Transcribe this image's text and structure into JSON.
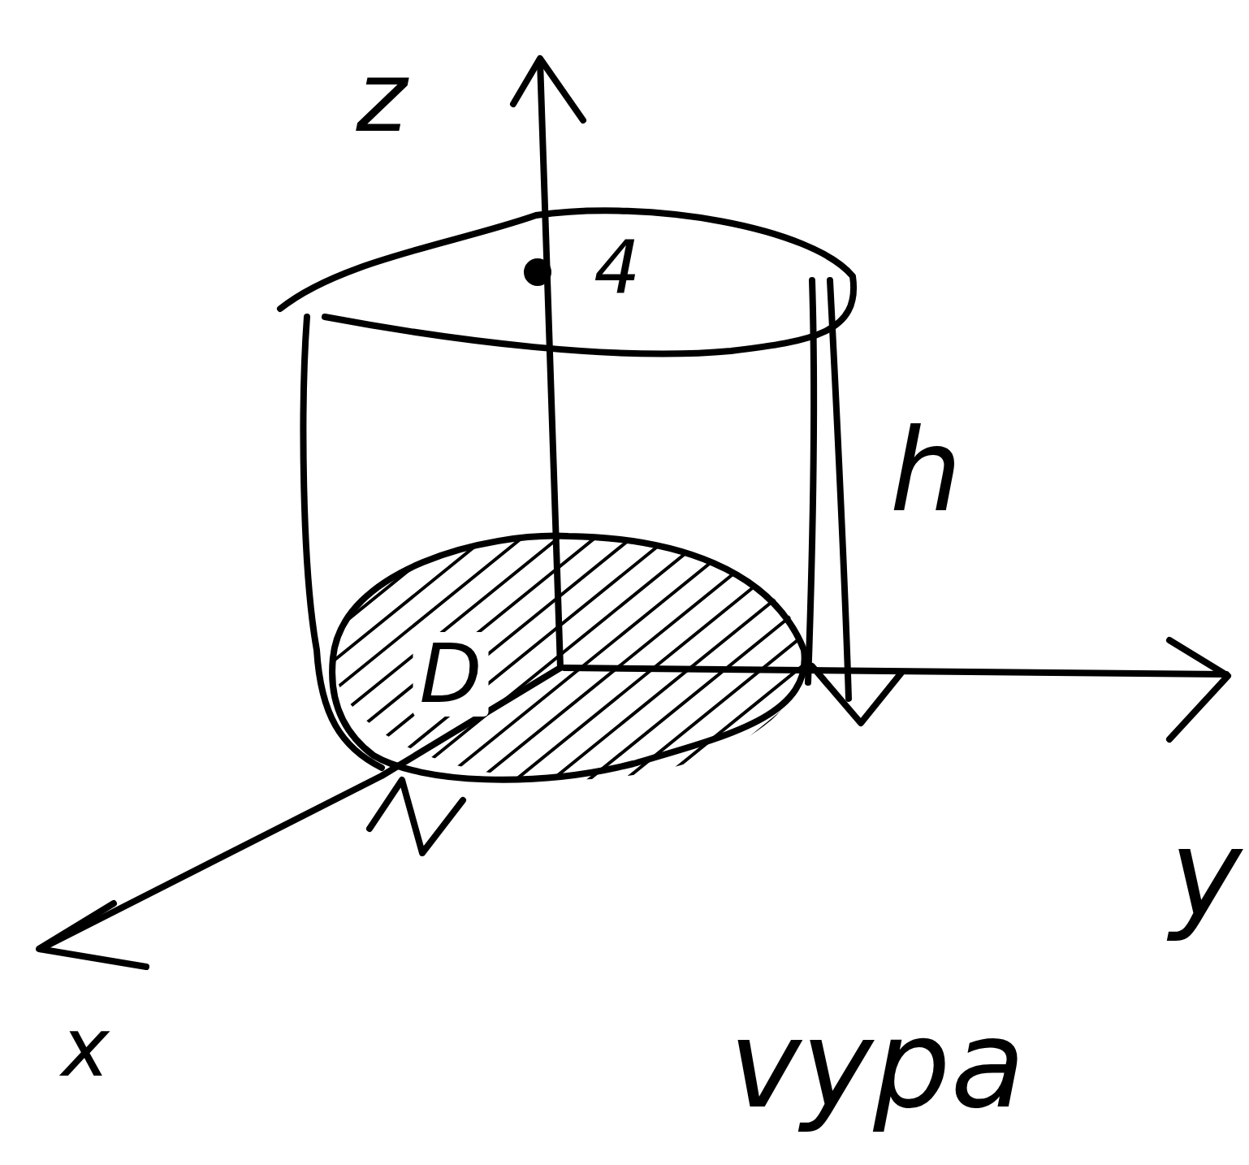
{
  "diagram": {
    "labels": [
      "z",
      "4",
      "h",
      "D",
      "x",
      "y",
      "vypa"
    ]
  }
}
